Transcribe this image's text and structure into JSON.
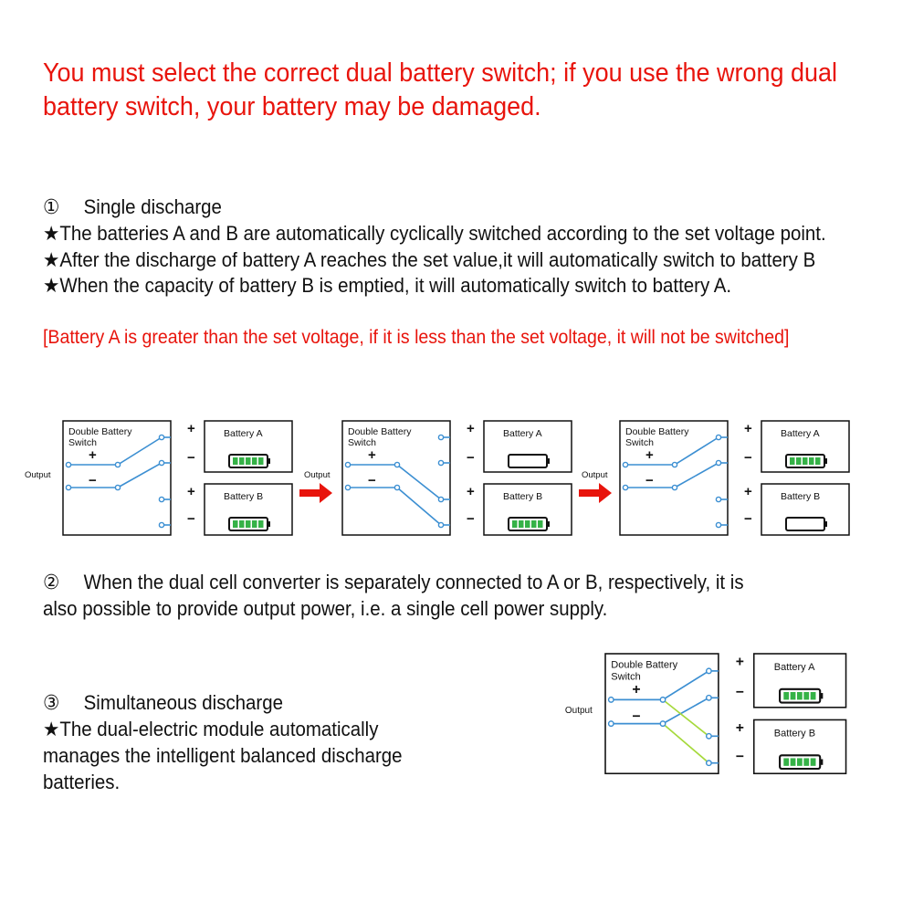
{
  "warning": {
    "line1": "You must select the correct dual battery switch; if you use the wrong dual",
    "line2": "battery switch, your battery may be damaged."
  },
  "section1": {
    "number": "①",
    "title": "Single discharge",
    "bullets": [
      "★The batteries A and B are automatically cyclically switched according to the set voltage point.",
      "★After the discharge of battery A reaches the set value,it will automatically switch to battery B",
      "★When the capacity of battery B is emptied, it will automatically switch to battery A."
    ],
    "note": "[Battery A is greater than the set voltage, if it is less than the set voltage, it will not be switched]"
  },
  "section2": {
    "number": "②",
    "line1": "When the dual cell converter is separately connected to A or B, respectively, it is",
    "line2": "also possible to provide output power, i.e. a single cell power supply."
  },
  "section3": {
    "number": "③",
    "title": "Simultaneous discharge",
    "lines": [
      "★The dual-electric module automatically",
      "manages the intelligent balanced discharge",
      "batteries."
    ]
  },
  "diagram_labels": {
    "switch_line1": "Double  Battery",
    "switch_line2": "Switch",
    "output": "Output",
    "battery_a": "Battery A",
    "battery_b": "Battery B",
    "plus": "+",
    "minus": "−"
  },
  "diagram_states": [
    {
      "connected_to": "A",
      "battery_a": "full",
      "battery_b": "full"
    },
    {
      "connected_to": "B",
      "battery_a": "empty",
      "battery_b": "full"
    },
    {
      "connected_to": "A",
      "battery_a": "full",
      "battery_b": "empty"
    },
    {
      "connected_to": "both",
      "battery_a": "full",
      "battery_b": "full"
    }
  ],
  "colors": {
    "warning_red": "#e8140c",
    "wire_blue": "#3c8fd2",
    "wire_green": "#a6d93c",
    "battery_green": "#35b247",
    "arrow_red": "#e8140c"
  },
  "icons": {
    "arrow": "arrow-right-icon",
    "battery": "battery-icon"
  }
}
